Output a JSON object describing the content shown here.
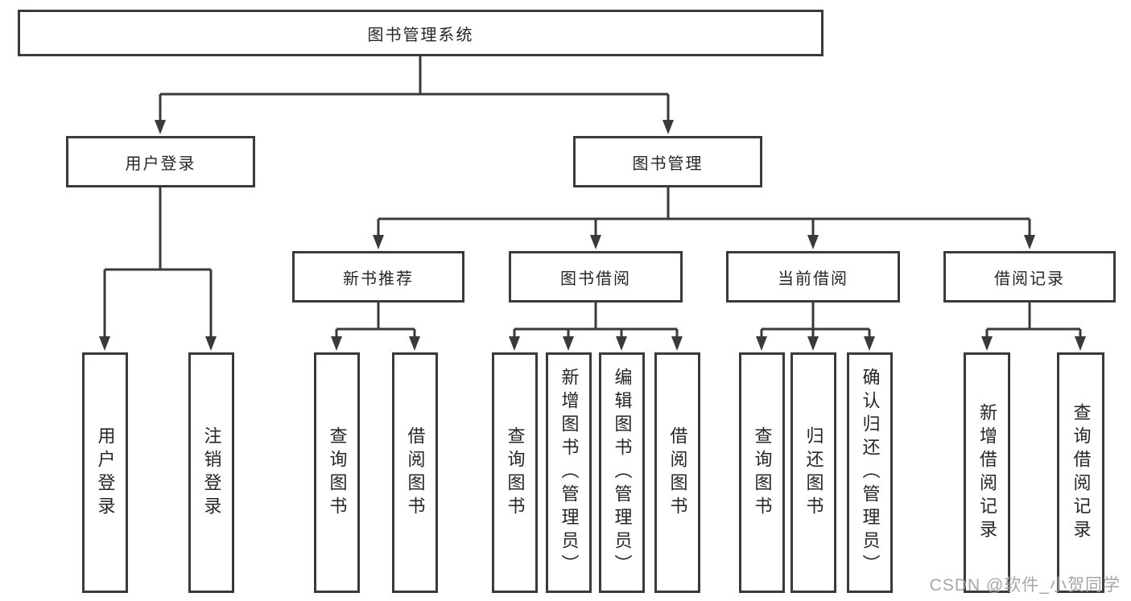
{
  "root": {
    "label": "图书管理系统"
  },
  "level2": {
    "user_login": "用户登录",
    "book_management": "图书管理"
  },
  "level3": {
    "new_book_recommend": "新书推荐",
    "book_borrow": "图书借阅",
    "current_borrow": "当前借阅",
    "borrow_records": "借阅记录"
  },
  "leaves": {
    "user_login": [
      "用户登录",
      "注销登录"
    ],
    "new_book_recommend": [
      "查询图书",
      "借阅图书"
    ],
    "book_borrow": [
      "查询图书",
      "新增图书（管理员）",
      "编辑图书（管理员）",
      "借阅图书"
    ],
    "current_borrow": [
      "查询图书",
      "归还图书",
      "确认归还（管理员）"
    ],
    "borrow_records": [
      "新增借阅记录",
      "查询借阅记录"
    ]
  },
  "watermark": "CSDN @软件_小贺同学",
  "colors": {
    "line": "#3a3a3a",
    "text": "#262626",
    "watermark": "#9e9e9e",
    "background": "#ffffff"
  }
}
